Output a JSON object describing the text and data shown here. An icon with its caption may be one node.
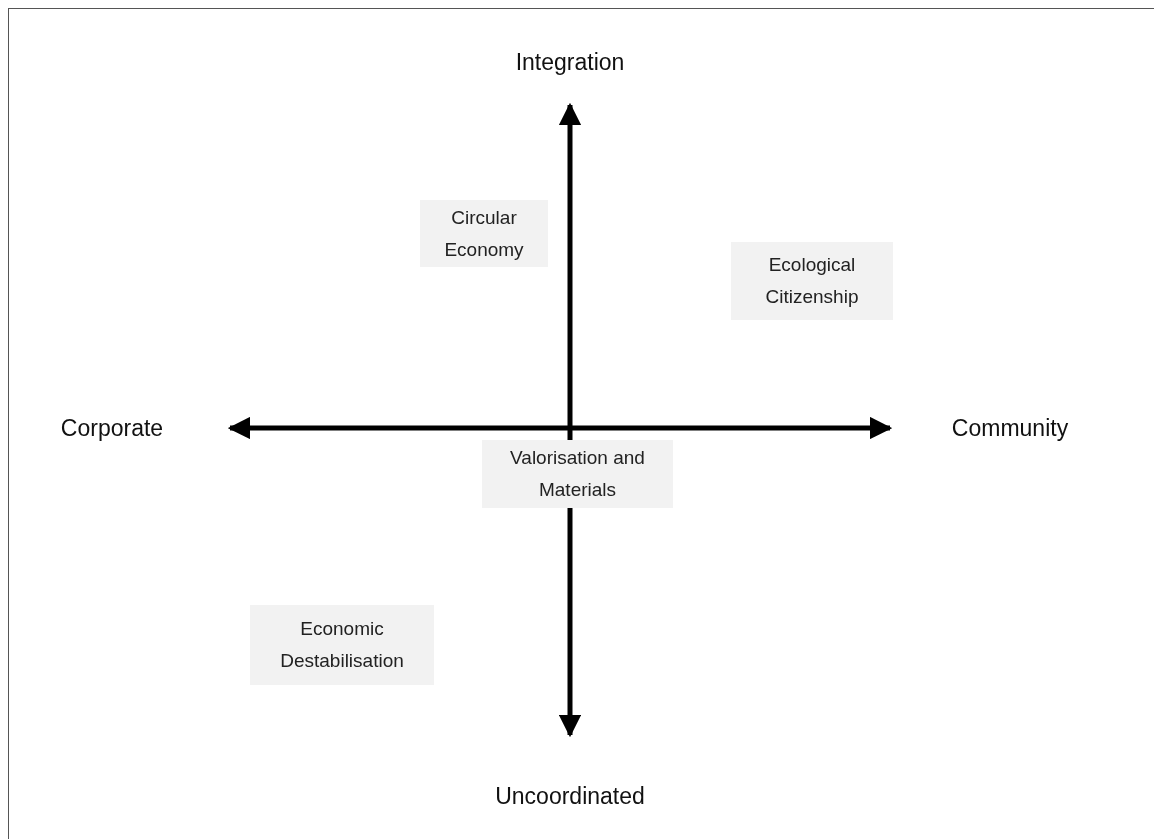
{
  "diagram": {
    "nodes": [
      {
        "text": [
          "Circular Economy"
        ]
      },
      {
        "text": [
          "Ecological Citizenship"
        ]
      },
      {
        "text": [
          "Valorisation and Materials"
        ]
      },
      {
        "text": [
          "Economic Destabilisation"
        ]
      }
    ],
    "labels": [
      "Integration",
      "Corporate",
      "Community",
      "Uncoordinated"
    ]
  }
}
